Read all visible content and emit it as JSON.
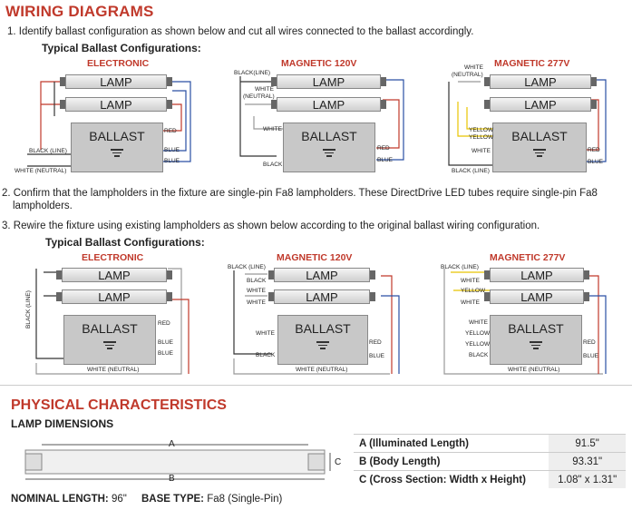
{
  "header": {
    "title": "WIRING DIAGRAMS"
  },
  "steps": [
    "1. Identify ballast configuration as shown below and cut all wires connected to the ballast accordingly.",
    "2. Confirm that the lampholders in the fixture are single-pin Fa8 lampholders. These DirectDrive LED tubes require single-pin Fa8",
    "lampholders.",
    "3. Rewire the fixture using existing lampholders as shown below according to the original ballast wiring configuration."
  ],
  "subheading": "Typical Ballast Configurations:",
  "config_titles": [
    "ELECTRONIC",
    "MAGNETIC 120V",
    "MAGNETIC 277V"
  ],
  "lamp_label": "LAMP",
  "ballast_label": "BALLAST",
  "wire_labels": {
    "red": "RED",
    "blue": "BLUE",
    "yellow": "YELLOW",
    "white": "WHITE",
    "black": "BLACK",
    "black_line": "BLACK (LINE)",
    "black_line2": "BLACK(LINE)",
    "white_neutral": "WHITE (NEUTRAL)",
    "white_neutral2": "WHITE\n(NEUTRAL)",
    "black_line_vert": "BLACK (LINE)"
  },
  "physical": {
    "title": "PHYSICAL CHARACTERISTICS",
    "lamp_dimensions": "LAMP DIMENSIONS",
    "dim_letters": [
      "A",
      "B",
      "C"
    ],
    "rows": [
      {
        "label": "A (Illuminated Length)",
        "value": "91.5\""
      },
      {
        "label": "B (Body Length)",
        "value": "93.31\""
      },
      {
        "label": "C (Cross Section: Width x Height)",
        "value": "1.08\" x 1.31\""
      }
    ],
    "nominal_length_label": "NOMINAL LENGTH:",
    "nominal_length_value": "96\"",
    "base_type_label": "BASE TYPE:",
    "base_type_value": "Fa8 (Single-Pin)"
  },
  "colors": {
    "accent": "#c0392b",
    "red_wire": "#c0392b",
    "blue_wire": "#2a4fa3",
    "yellow_wire": "#e8c400"
  }
}
